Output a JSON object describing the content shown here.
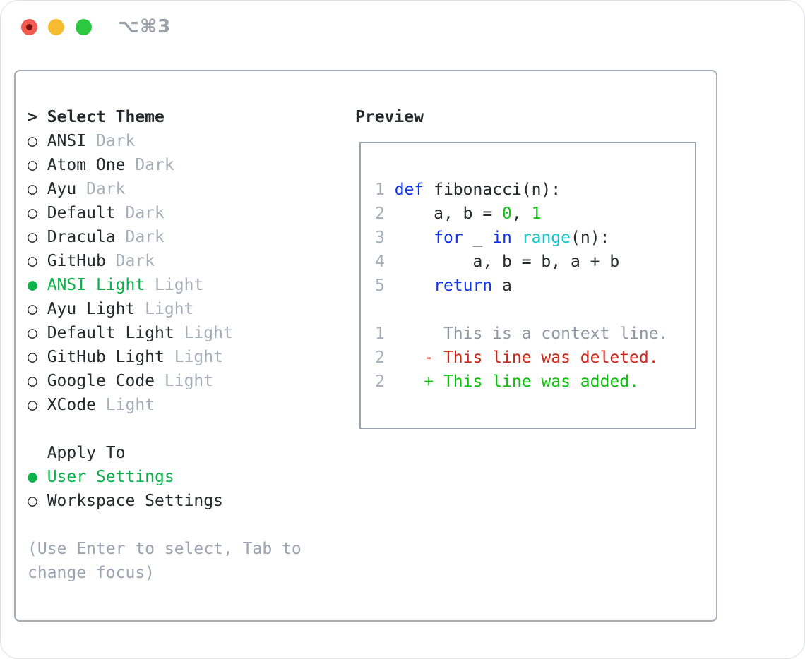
{
  "window": {
    "shortcut_hint": "⌥⌘3",
    "traffic_lights": {
      "close": "#f25a51",
      "close_dot": "#7d100a",
      "minimize": "#f7bb2f",
      "zoom": "#2bc840"
    }
  },
  "theme_picker": {
    "title": "Select Theme",
    "title_marker": ">",
    "items": [
      {
        "name": "ANSI",
        "variant": "Dark",
        "selected": false
      },
      {
        "name": "Atom One",
        "variant": "Dark",
        "selected": false
      },
      {
        "name": "Ayu",
        "variant": "Dark",
        "selected": false
      },
      {
        "name": "Default",
        "variant": "Dark",
        "selected": false
      },
      {
        "name": "Dracula",
        "variant": "Dark",
        "selected": false
      },
      {
        "name": "GitHub",
        "variant": "Dark",
        "selected": false
      },
      {
        "name": "ANSI Light",
        "variant": "Light",
        "selected": true
      },
      {
        "name": "Ayu Light",
        "variant": "Light",
        "selected": false
      },
      {
        "name": "Default Light",
        "variant": "Light",
        "selected": false
      },
      {
        "name": "GitHub Light",
        "variant": "Light",
        "selected": false
      },
      {
        "name": "Google Code",
        "variant": "Light",
        "selected": false
      },
      {
        "name": "XCode",
        "variant": "Light",
        "selected": false
      }
    ]
  },
  "apply_to": {
    "title": "Apply To",
    "options": [
      {
        "label": "User Settings",
        "selected": true
      },
      {
        "label": "Workspace Settings",
        "selected": false
      }
    ]
  },
  "help_lines": [
    "(Use Enter to select, Tab to",
    "change focus)"
  ],
  "preview": {
    "title": "Preview",
    "lines": [
      {
        "num": "1",
        "tokens": [
          {
            "text": "def",
            "color": "keyword"
          },
          {
            "text": " fibonacci(n):",
            "color": "plain"
          }
        ]
      },
      {
        "num": "2",
        "tokens": [
          {
            "text": "    a, b = ",
            "color": "plain"
          },
          {
            "text": "0",
            "color": "number"
          },
          {
            "text": ", ",
            "color": "plain"
          },
          {
            "text": "1",
            "color": "number"
          }
        ]
      },
      {
        "num": "3",
        "tokens": [
          {
            "text": "    ",
            "color": "plain"
          },
          {
            "text": "for",
            "color": "keyword"
          },
          {
            "text": " _ ",
            "color": "plain"
          },
          {
            "text": "in",
            "color": "keyword"
          },
          {
            "text": " ",
            "color": "plain"
          },
          {
            "text": "range",
            "color": "builtin"
          },
          {
            "text": "(n):",
            "color": "plain"
          }
        ]
      },
      {
        "num": "4",
        "tokens": [
          {
            "text": "        a, b = b, a + b",
            "color": "plain"
          }
        ]
      },
      {
        "num": "5",
        "tokens": [
          {
            "text": "    ",
            "color": "plain"
          },
          {
            "text": "return",
            "color": "keyword"
          },
          {
            "text": " a",
            "color": "plain"
          }
        ]
      },
      {
        "num": "",
        "tokens": []
      },
      {
        "num": "1",
        "tokens": [
          {
            "text": "     This is a context line.",
            "color": "context"
          }
        ]
      },
      {
        "num": "2",
        "tokens": [
          {
            "text": "   - This line was deleted.",
            "color": "deleted"
          }
        ]
      },
      {
        "num": "2",
        "tokens": [
          {
            "text": "   + This line was added.",
            "color": "added"
          }
        ]
      }
    ]
  },
  "colors": {
    "text": "#26292d",
    "muted": "#a6aeb8",
    "selected": "#0bb24a",
    "help": "#9ba4b0",
    "shortcut": "#9aa1a8",
    "panel_border": "#a3abb5",
    "preview_border": "#9aa3ad",
    "code": {
      "plain": "#26292d",
      "keyword": "#1133ee",
      "number": "#12c112",
      "builtin": "#15c5c8",
      "context": "#8f98a1",
      "deleted": "#c9271a",
      "added": "#0cc20c",
      "line_number": "#a6aeb8"
    }
  }
}
